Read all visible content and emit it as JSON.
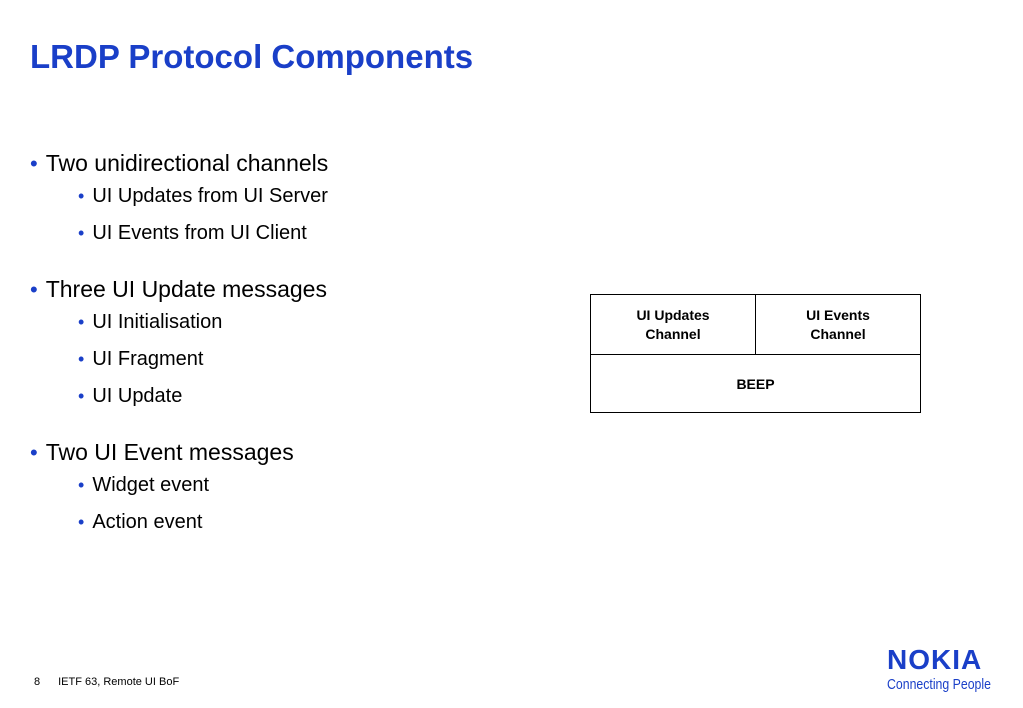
{
  "slide": {
    "title": "LRDP Protocol Components"
  },
  "bullets": [
    {
      "text": "Two unidirectional channels",
      "children": [
        "UI Updates from UI Server",
        "UI Events from UI Client"
      ]
    },
    {
      "text": "Three UI Update messages",
      "children": [
        "UI Initialisation",
        "UI Fragment",
        "UI Update"
      ]
    },
    {
      "text": "Two UI Event messages",
      "children": [
        "Widget event",
        "Action event"
      ]
    }
  ],
  "diagram": {
    "top_left": [
      "UI Updates",
      "Channel"
    ],
    "top_right": [
      "UI Events",
      "Channel"
    ],
    "bottom": "BEEP"
  },
  "footer": {
    "page_number": "8",
    "text": "IETF 63, Remote UI BoF"
  },
  "logo": {
    "wordmark": "NOKIA",
    "tagline": "Connecting People"
  },
  "colors": {
    "accent": "#1a3fc8"
  }
}
